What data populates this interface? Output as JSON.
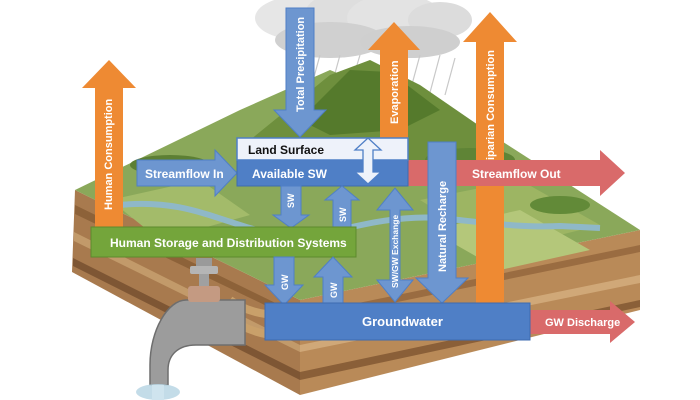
{
  "labels": {
    "total_precipitation": "Total Precipitation",
    "evaporation": "Evaporation",
    "riparian_consumption": "Riparian Consumption",
    "human_consumption": "Human Consumption",
    "land_surface": "Land Surface",
    "streamflow_in": "Streamflow In",
    "available_sw": "Available SW",
    "streamflow_out": "Streamflow Out",
    "sw_left": "SW",
    "sw_right": "SW",
    "natural_recharge": "Natural Recharge",
    "sw_gw_exchange": "SW/GW Exchange",
    "human_storage": "Human Storage and Distribution Systems",
    "gw_left": "GW",
    "gw_right": "GW",
    "groundwater": "Groundwater",
    "gw_discharge": "GW Discharge"
  },
  "colors": {
    "blue": "#4f7fc6",
    "blue_dark": "#3d6bb0",
    "orange": "#ee8a33",
    "red": "#d96a6a",
    "green": "#74a53b",
    "land_box": "#eef2fa"
  }
}
